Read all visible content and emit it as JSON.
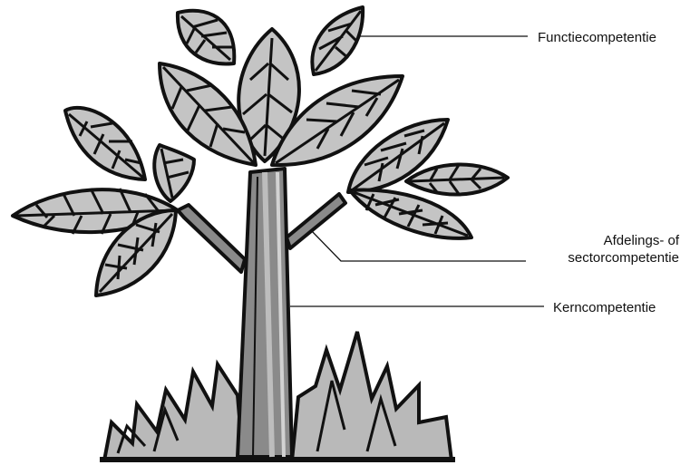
{
  "labels": {
    "functie": "Functiecompetentie",
    "afdeling_line1": "Afdelings- of",
    "afdeling_line2": "sectorcompetentie",
    "kern": "Kerncompetentie"
  },
  "colors": {
    "outline": "#111111",
    "leaf_fill": "#c4c4c4",
    "leaf_dark": "#8f8f8f",
    "trunk_fill": "#8a8a8a",
    "trunk_light": "#bdbdbd",
    "grass_fill": "#b9b9b9",
    "background": "#ffffff"
  }
}
